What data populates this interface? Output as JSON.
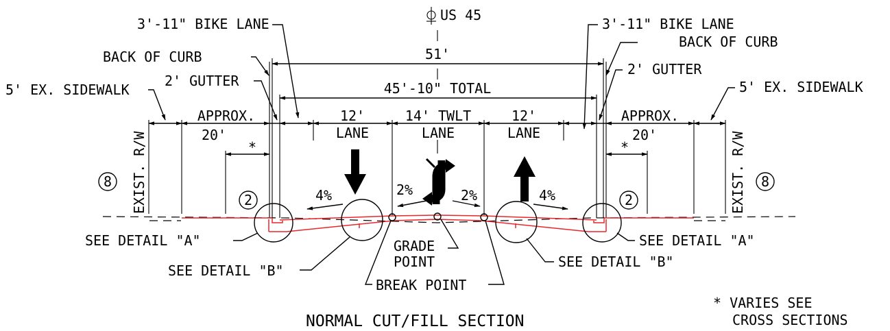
{
  "drawing": {
    "title": "NORMAL CUT/FILL SECTION",
    "centerline": "US 45",
    "dim_51": "51'",
    "dim_total": "45'-10\" TOTAL",
    "bike_lane_left": "3'-11\" BIKE LANE",
    "bike_lane_right": "3'-11\" BIKE LANE",
    "back_of_curb_left": "BACK OF CURB",
    "back_of_curb_right": "BACK OF CURB",
    "gutter_left": "2' GUTTER",
    "gutter_right": "2' GUTTER",
    "sidewalk_left": "5' EX. SIDEWALK",
    "sidewalk_right": "5' EX. SIDEWALK",
    "approx_left_1": "APPROX.",
    "approx_left_2": "20'",
    "approx_right_1": "APPROX.",
    "approx_right_2": "20'",
    "lane_left_1": "12'",
    "lane_left_2": "LANE",
    "twlt_1": "14' TWLT",
    "twlt_2": "LANE",
    "lane_right_1": "12'",
    "lane_right_2": "LANE",
    "varies_mark_left": "*",
    "varies_mark_right": "*",
    "rw_left": "EXIST. R/W",
    "rw_right": "EXIST. R/W",
    "note_8_left": "8",
    "note_8_right": "8",
    "note_2_left": "2",
    "note_2_right": "2",
    "slope_left_outer": "4%",
    "slope_left_inner": "2%",
    "slope_right_inner": "2%",
    "slope_right_outer": "4%",
    "detail_a_left": "SEE DETAIL \"A\"",
    "detail_a_right": "SEE DETAIL \"A\"",
    "detail_b_left": "SEE DETAIL \"B\"",
    "detail_b_right": "SEE DETAIL \"B\"",
    "grade_point_1": "GRADE",
    "grade_point_2": "POINT",
    "break_point": "BREAK POINT",
    "note_varies_1": "* VARIES SEE",
    "note_varies_2": "CROSS SECTIONS"
  },
  "colors": {
    "linework": "#000000",
    "pavement": "#e8262b"
  },
  "icons": [
    "centerline-symbol",
    "southbound-arrow-icon",
    "northbound-arrow-icon",
    "two-way-left-turn-icon"
  ]
}
